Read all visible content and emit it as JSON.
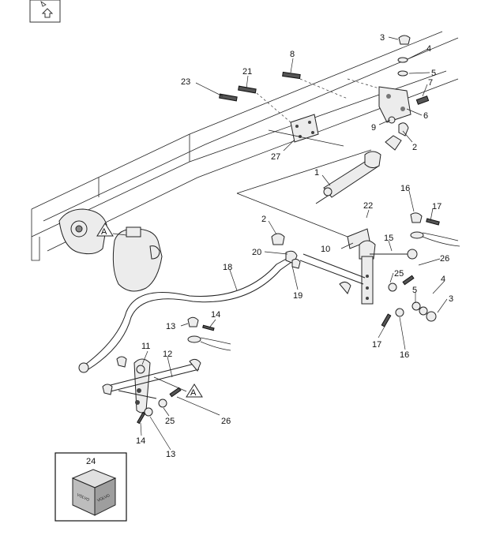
{
  "callouts": [
    {
      "id": "c3a",
      "text": "3"
    },
    {
      "id": "c4a",
      "text": "4"
    },
    {
      "id": "c5a",
      "text": "5"
    },
    {
      "id": "c7",
      "text": "7"
    },
    {
      "id": "c8",
      "text": "8"
    },
    {
      "id": "c21",
      "text": "21"
    },
    {
      "id": "c23",
      "text": "23"
    },
    {
      "id": "c6",
      "text": "6"
    },
    {
      "id": "c9",
      "text": "9"
    },
    {
      "id": "c2a",
      "text": "2"
    },
    {
      "id": "c27",
      "text": "27"
    },
    {
      "id": "c1",
      "text": "1"
    },
    {
      "id": "c16a",
      "text": "16"
    },
    {
      "id": "c17a",
      "text": "17"
    },
    {
      "id": "c22",
      "text": "22"
    },
    {
      "id": "c2b",
      "text": "2"
    },
    {
      "id": "c15",
      "text": "15"
    },
    {
      "id": "c26a",
      "text": "26"
    },
    {
      "id": "c20",
      "text": "20"
    },
    {
      "id": "c10",
      "text": "10"
    },
    {
      "id": "c25a",
      "text": "25"
    },
    {
      "id": "c4b",
      "text": "4"
    },
    {
      "id": "c18",
      "text": "18"
    },
    {
      "id": "c19",
      "text": "19"
    },
    {
      "id": "c5b",
      "text": "5"
    },
    {
      "id": "c3b",
      "text": "3"
    },
    {
      "id": "c13a",
      "text": "13"
    },
    {
      "id": "c14a",
      "text": "14"
    },
    {
      "id": "c17b",
      "text": "17"
    },
    {
      "id": "c16b",
      "text": "16"
    },
    {
      "id": "c11",
      "text": "11"
    },
    {
      "id": "c12",
      "text": "12"
    },
    {
      "id": "c26b",
      "text": "26"
    },
    {
      "id": "c25b",
      "text": "25"
    },
    {
      "id": "c14b",
      "text": "14"
    },
    {
      "id": "c13b",
      "text": "13"
    },
    {
      "id": "c24",
      "text": "24"
    }
  ],
  "reference_markers": [
    {
      "id": "refA1",
      "text": "A"
    },
    {
      "id": "refA2",
      "text": "A"
    }
  ],
  "kit_box": {
    "brand": "VOLVO"
  },
  "icons": {
    "top_left_box": "home-arrow-icon"
  }
}
